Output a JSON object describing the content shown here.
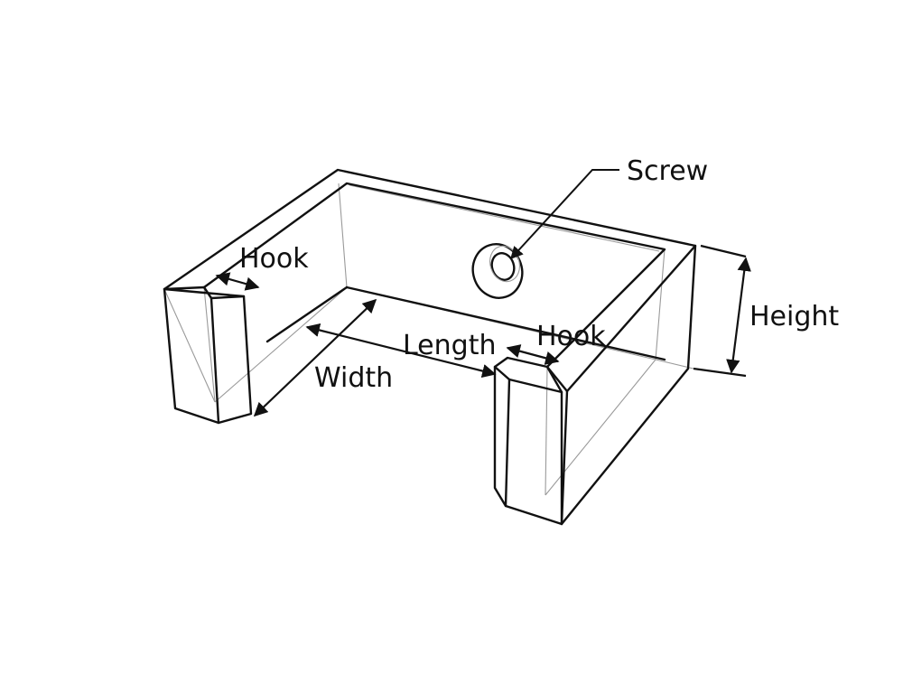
{
  "diagram": {
    "labels": {
      "screw": "Screw",
      "hook_left": "Hook",
      "hook_right": "Hook",
      "height": "Height",
      "length": "Length",
      "width": "Width"
    }
  }
}
